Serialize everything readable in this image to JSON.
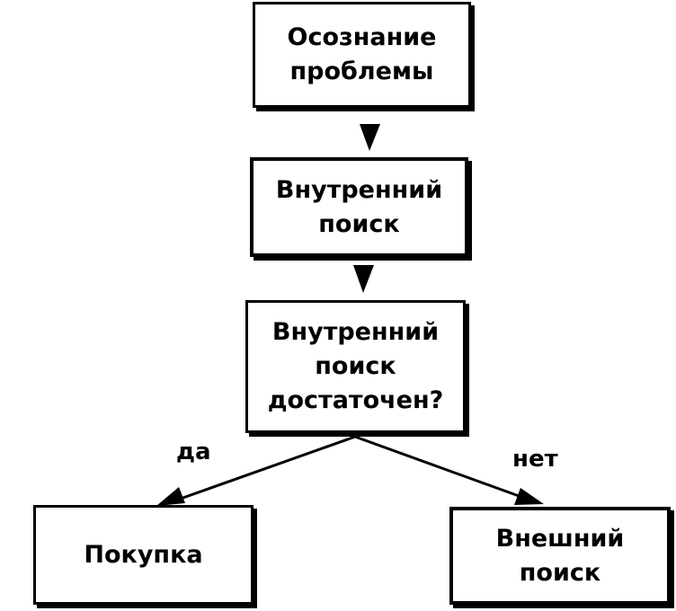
{
  "nodes": {
    "problem_recognition": "Осознание\nпроблемы",
    "internal_search": "Внутренний\nпоиск",
    "decision": "Внутренний\nпоиск\nдостаточен?",
    "purchase": "Покупка",
    "external_search": "Внешний\nпоиск"
  },
  "edges": {
    "yes_label": "да",
    "no_label": "нет"
  },
  "colors": {
    "stroke": "#000000",
    "background": "#ffffff"
  }
}
